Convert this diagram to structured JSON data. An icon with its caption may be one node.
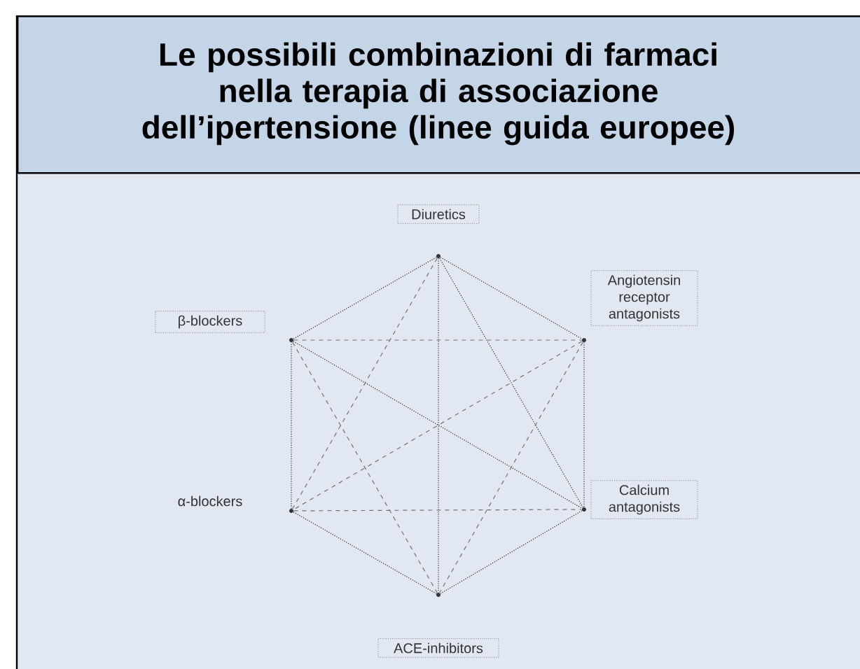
{
  "diagram": {
    "title": "Le possibili combinazioni di farmaci nella terapia di associazione dell’ipertensione (linee guida europee)",
    "nodes": [
      {
        "text": [],
        "shape": "circle",
        "beside": [
          "Diuretics"
        ]
      },
      {
        "text": [],
        "shape": "circle",
        "beside": [
          "β-blockers"
        ]
      },
      {
        "text": [],
        "shape": "circle",
        "beside": [
          "Angiotensin receptor antagonists"
        ]
      },
      {
        "text": [],
        "shape": "circle",
        "beside": [
          "α-blockers"
        ]
      },
      {
        "text": [],
        "shape": "circle",
        "beside": [
          "Calcium antagonists"
        ]
      },
      {
        "text": [],
        "shape": "circle",
        "beside": [
          "ACE-inhibitors"
        ]
      }
    ],
    "edges": [
      {
        "from": 0,
        "to": 1,
        "arrow": "none"
      },
      {
        "from": 0,
        "to": 2,
        "arrow": "none"
      },
      {
        "from": 2,
        "to": 4,
        "arrow": "none"
      },
      {
        "from": 4,
        "to": 5,
        "arrow": "none"
      },
      {
        "from": 5,
        "to": 3,
        "arrow": "none"
      },
      {
        "from": 3,
        "to": 1,
        "arrow": "none"
      },
      {
        "from": 0,
        "to": 5,
        "arrow": "none"
      },
      {
        "from": 1,
        "to": 4,
        "arrow": "none"
      },
      {
        "from": 0,
        "to": 4,
        "arrow": "none"
      },
      {
        "from": 1,
        "to": 2,
        "arrow": "none",
        "style": "dashed"
      },
      {
        "from": 3,
        "to": 4,
        "arrow": "none",
        "style": "dashed"
      },
      {
        "from": 0,
        "to": 3,
        "arrow": "none",
        "style": "dashed"
      },
      {
        "from": 1,
        "to": 5,
        "arrow": "none",
        "style": "dashed"
      },
      {
        "from": 2,
        "to": 3,
        "arrow": "none",
        "style": "dashed"
      },
      {
        "from": 2,
        "to": 5,
        "arrow": "none",
        "style": "dashed"
      }
    ]
  }
}
